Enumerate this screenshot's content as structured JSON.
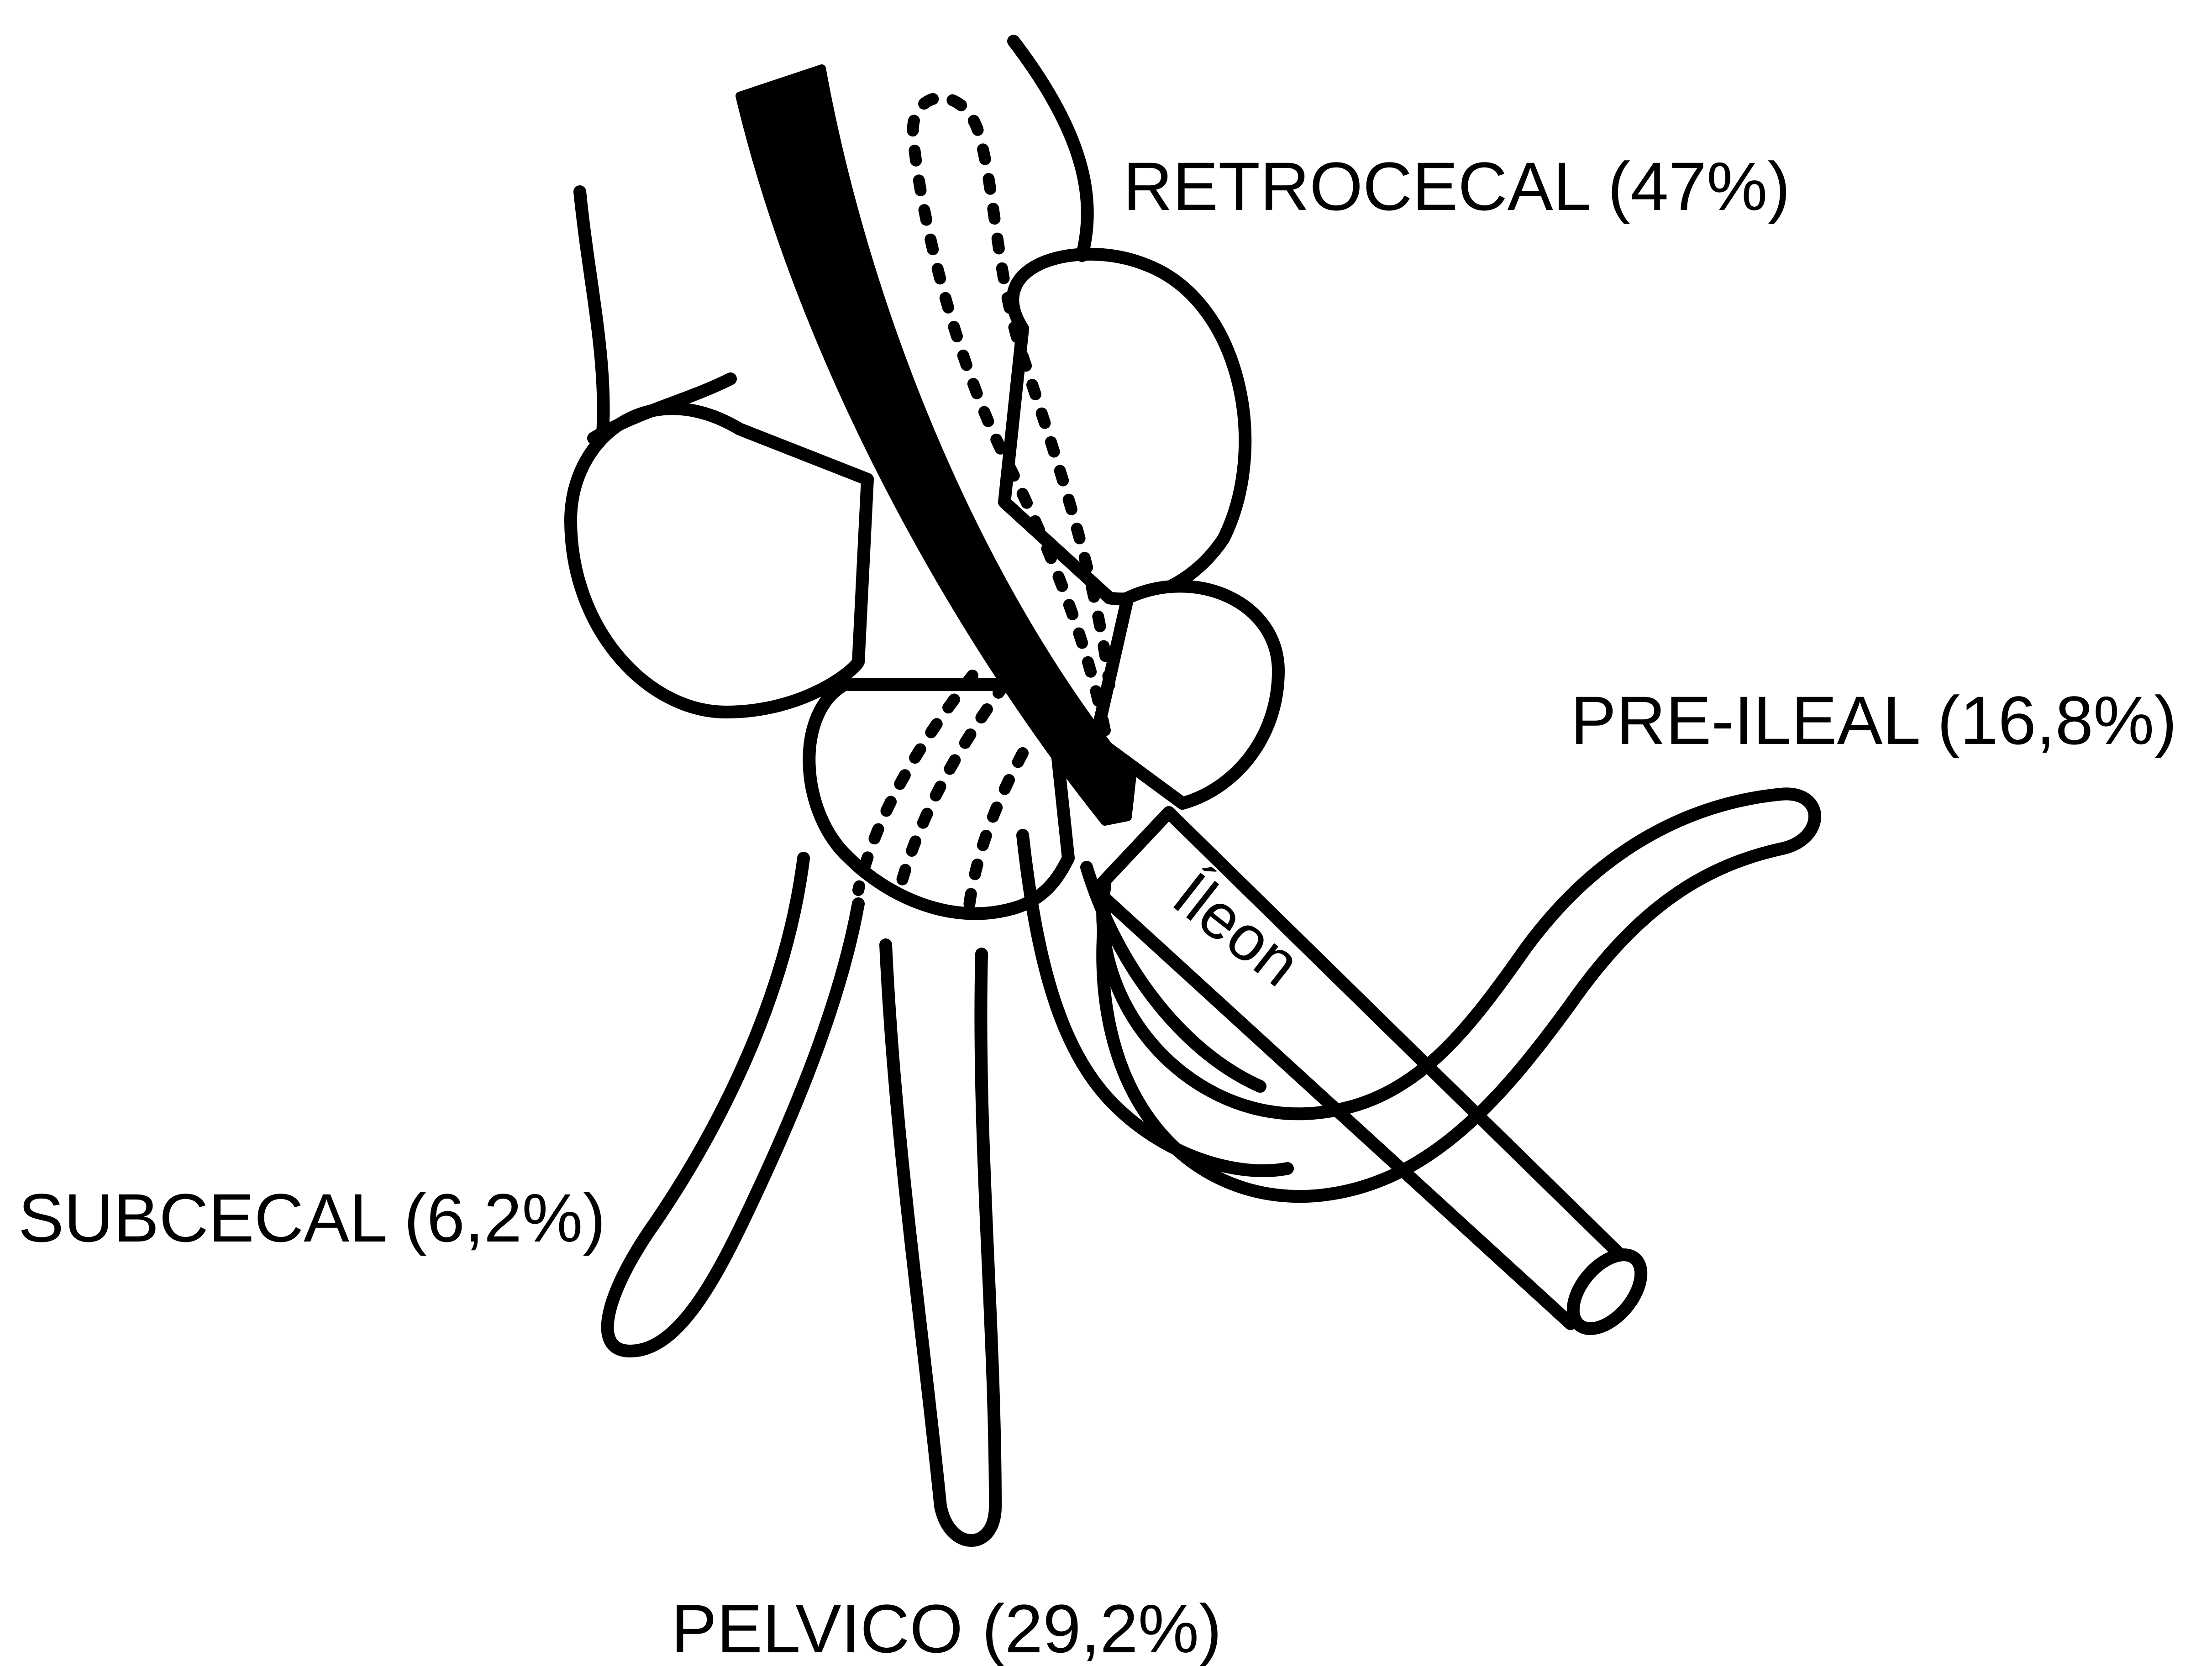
{
  "labels": {
    "retrocecal": "RETROCECAL (47%)",
    "preileal": "PRE-ILEAL (16,8%)",
    "subcecal": "SUBCECAL (6,2%)",
    "pelvico": "PELVICO (29,2%)",
    "ileon": "Íleon"
  },
  "colors": {
    "ink": "#000000",
    "background": "#ffffff"
  }
}
